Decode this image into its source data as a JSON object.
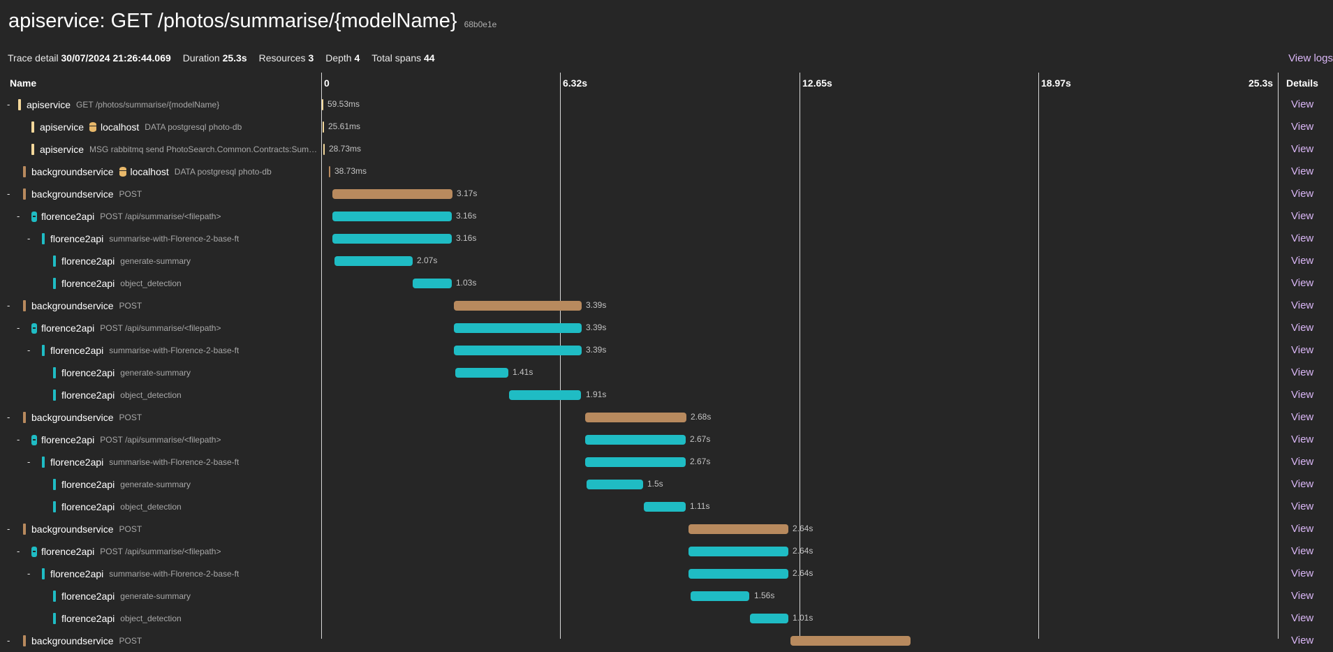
{
  "header": {
    "title": "apiservice: GET /photos/summarise/{modelName}",
    "trace_id": "68b0e1e",
    "trace_detail_label": "Trace detail",
    "trace_detail_value": "30/07/2024 21:26:44.069",
    "duration_label": "Duration",
    "duration_value": "25.3s",
    "resources_label": "Resources",
    "resources_value": "3",
    "depth_label": "Depth",
    "depth_value": "4",
    "total_spans_label": "Total spans",
    "total_spans_value": "44",
    "view_logs": "View logs"
  },
  "columns": {
    "name": "Name",
    "details": "Details"
  },
  "timeline": {
    "ticks": [
      "0",
      "6.32s",
      "12.65s",
      "18.97s",
      "25.3s"
    ],
    "total_s": 25.3
  },
  "colors": {
    "apiservice": "#f3d79a",
    "backgroundservice": "#b88a5e",
    "florence2api": "#1fbcc4",
    "link": "#d9b6f5"
  },
  "rows": [
    {
      "toggle": "-",
      "depth": 0,
      "service": "apiservice",
      "kind": "api",
      "desc": "GET /photos/summarise/{modelName}",
      "start": 0,
      "dur": 0.0595,
      "label": "59.53ms",
      "view": "View"
    },
    {
      "toggle": "",
      "depth": 2,
      "service": "apiservice",
      "kind": "api",
      "resource": "localhost",
      "desc": "DATA postgresql photo-db",
      "start": 0.02,
      "dur": 0.0256,
      "label": "25.61ms",
      "view": "View"
    },
    {
      "toggle": "",
      "depth": 2,
      "service": "apiservice",
      "kind": "api",
      "desc": "MSG rabbitmq send PhotoSearch.Common.Contracts:SummariseRequest",
      "start": 0.03,
      "dur": 0.0287,
      "label": "28.73ms",
      "view": "View"
    },
    {
      "toggle": "",
      "depth": 1,
      "service": "backgroundservice",
      "kind": "bg",
      "resource": "localhost",
      "desc": "DATA postgresql photo-db",
      "start": 0.18,
      "dur": 0.0387,
      "label": "38.73ms",
      "view": "View"
    },
    {
      "toggle": "-",
      "depth": 1,
      "service": "backgroundservice",
      "kind": "bg",
      "desc": "POST",
      "start": 0.28,
      "dur": 3.17,
      "label": "3.17s",
      "view": "View"
    },
    {
      "toggle": "-",
      "depth": 2,
      "service": "florence2api",
      "kind": "fl",
      "pill": true,
      "desc": "POST /api/summarise/<filepath>",
      "start": 0.28,
      "dur": 3.16,
      "label": "3.16s",
      "view": "View"
    },
    {
      "toggle": "-",
      "depth": 3,
      "service": "florence2api",
      "kind": "fl",
      "desc": "summarise-with-Florence-2-base-ft",
      "start": 0.28,
      "dur": 3.16,
      "label": "3.16s",
      "view": "View"
    },
    {
      "toggle": "",
      "depth": 4,
      "service": "florence2api",
      "kind": "fl",
      "desc": "generate-summary",
      "start": 0.33,
      "dur": 2.07,
      "label": "2.07s",
      "view": "View"
    },
    {
      "toggle": "",
      "depth": 4,
      "service": "florence2api",
      "kind": "fl",
      "desc": "object_detection",
      "start": 2.41,
      "dur": 1.03,
      "label": "1.03s",
      "view": "View"
    },
    {
      "toggle": "-",
      "depth": 1,
      "service": "backgroundservice",
      "kind": "bg",
      "desc": "POST",
      "start": 3.49,
      "dur": 3.39,
      "label": "3.39s",
      "view": "View"
    },
    {
      "toggle": "-",
      "depth": 2,
      "service": "florence2api",
      "kind": "fl",
      "pill": true,
      "desc": "POST /api/summarise/<filepath>",
      "start": 3.49,
      "dur": 3.39,
      "label": "3.39s",
      "view": "View"
    },
    {
      "toggle": "-",
      "depth": 3,
      "service": "florence2api",
      "kind": "fl",
      "desc": "summarise-with-Florence-2-base-ft",
      "start": 3.49,
      "dur": 3.39,
      "label": "3.39s",
      "view": "View"
    },
    {
      "toggle": "",
      "depth": 4,
      "service": "florence2api",
      "kind": "fl",
      "desc": "generate-summary",
      "start": 3.53,
      "dur": 1.41,
      "label": "1.41s",
      "view": "View"
    },
    {
      "toggle": "",
      "depth": 4,
      "service": "florence2api",
      "kind": "fl",
      "desc": "object_detection",
      "start": 4.96,
      "dur": 1.91,
      "label": "1.91s",
      "view": "View"
    },
    {
      "toggle": "-",
      "depth": 1,
      "service": "backgroundservice",
      "kind": "bg",
      "desc": "POST",
      "start": 6.96,
      "dur": 2.68,
      "label": "2.68s",
      "view": "View"
    },
    {
      "toggle": "-",
      "depth": 2,
      "service": "florence2api",
      "kind": "fl",
      "pill": true,
      "desc": "POST /api/summarise/<filepath>",
      "start": 6.96,
      "dur": 2.67,
      "label": "2.67s",
      "view": "View"
    },
    {
      "toggle": "-",
      "depth": 3,
      "service": "florence2api",
      "kind": "fl",
      "desc": "summarise-with-Florence-2-base-ft",
      "start": 6.96,
      "dur": 2.67,
      "label": "2.67s",
      "view": "View"
    },
    {
      "toggle": "",
      "depth": 4,
      "service": "florence2api",
      "kind": "fl",
      "desc": "generate-summary",
      "start": 7.0,
      "dur": 1.5,
      "label": "1.5s",
      "view": "View"
    },
    {
      "toggle": "",
      "depth": 4,
      "service": "florence2api",
      "kind": "fl",
      "desc": "object_detection",
      "start": 8.52,
      "dur": 1.11,
      "label": "1.11s",
      "view": "View"
    },
    {
      "toggle": "-",
      "depth": 1,
      "service": "backgroundservice",
      "kind": "bg",
      "desc": "POST",
      "start": 9.71,
      "dur": 2.64,
      "label": "2.64s",
      "view": "View"
    },
    {
      "toggle": "-",
      "depth": 2,
      "service": "florence2api",
      "kind": "fl",
      "pill": true,
      "desc": "POST /api/summarise/<filepath>",
      "start": 9.71,
      "dur": 2.64,
      "label": "2.64s",
      "view": "View"
    },
    {
      "toggle": "-",
      "depth": 3,
      "service": "florence2api",
      "kind": "fl",
      "desc": "summarise-with-Florence-2-base-ft",
      "start": 9.71,
      "dur": 2.64,
      "label": "2.64s",
      "view": "View"
    },
    {
      "toggle": "",
      "depth": 4,
      "service": "florence2api",
      "kind": "fl",
      "desc": "generate-summary",
      "start": 9.76,
      "dur": 1.56,
      "label": "1.56s",
      "view": "View"
    },
    {
      "toggle": "",
      "depth": 4,
      "service": "florence2api",
      "kind": "fl",
      "desc": "object_detection",
      "start": 11.33,
      "dur": 1.01,
      "label": "1.01s",
      "view": "View"
    },
    {
      "toggle": "-",
      "depth": 1,
      "service": "backgroundservice",
      "kind": "bg",
      "desc": "POST",
      "start": 12.4,
      "dur": 3.17,
      "label": "",
      "view": "View"
    }
  ]
}
